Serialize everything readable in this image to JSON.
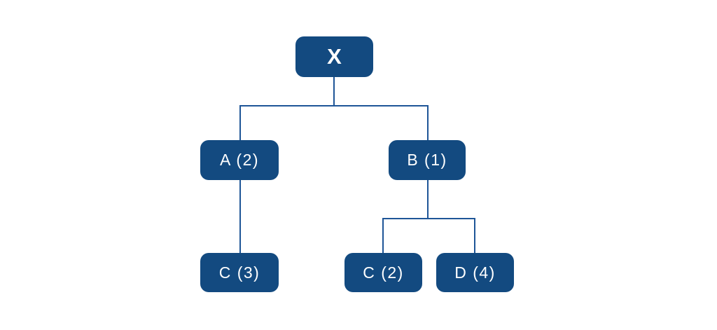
{
  "diagram": {
    "type": "tree",
    "colors": {
      "node_fill": "#134a80",
      "connector": "#1e5597",
      "node_text": "#ffffff",
      "background": "#ffffff"
    },
    "nodes": [
      {
        "id": "X",
        "label": "X",
        "parent": null
      },
      {
        "id": "A",
        "label": "A (2)",
        "parent": "X"
      },
      {
        "id": "B",
        "label": "B (1)",
        "parent": "X"
      },
      {
        "id": "C3",
        "label": "C (3)",
        "parent": "A"
      },
      {
        "id": "C2",
        "label": "C (2)",
        "parent": "B"
      },
      {
        "id": "D4",
        "label": "D (4)",
        "parent": "B"
      }
    ]
  }
}
